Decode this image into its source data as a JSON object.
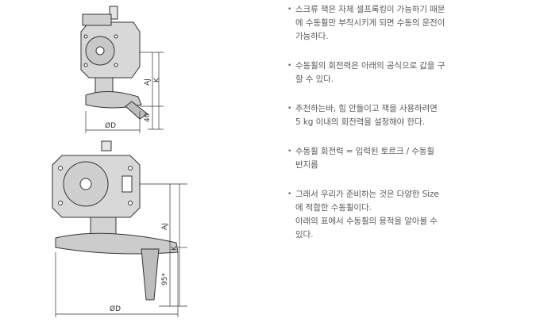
{
  "drawing": {
    "top_view": {
      "dim_aj": "AJ",
      "dim_k": "K",
      "dim_40": "40",
      "dim_od": "ØD"
    },
    "bottom_view": {
      "dim_aj": "AJ",
      "dim_k": "K",
      "dim_95": "95*",
      "dim_od": "ØD"
    }
  },
  "notes": [
    {
      "bullet": "•",
      "lines": [
        "스크류 잭은 자체 셀프록킹이 가능하기 때문",
        "에 수동휠만 부착시키게 되면 수동의 운전이",
        "가능하다."
      ]
    },
    {
      "bullet": "•",
      "lines": [
        "수동휠의 회전력은 아래의 공식으로 값을 구",
        "할 수 있다."
      ]
    },
    {
      "bullet": "•",
      "lines": [
        "추천하는바, 힘 안들이고 잭을 사용하려면",
        "5 kg 이내의 회전력을 설정해야 한다."
      ]
    },
    {
      "bullet": "•",
      "lines": [
        "수동휠 회전력 = 입력된 토르크 / 수동휠",
        "반지름"
      ]
    },
    {
      "bullet": "•",
      "lines": [
        "그래서 우리가 준비하는 것은 다양한 Size",
        "에 적합한 수동휠이다.",
        "아래의 표에서 수동휠의 용적을 알아볼 수",
        "있다."
      ]
    }
  ]
}
